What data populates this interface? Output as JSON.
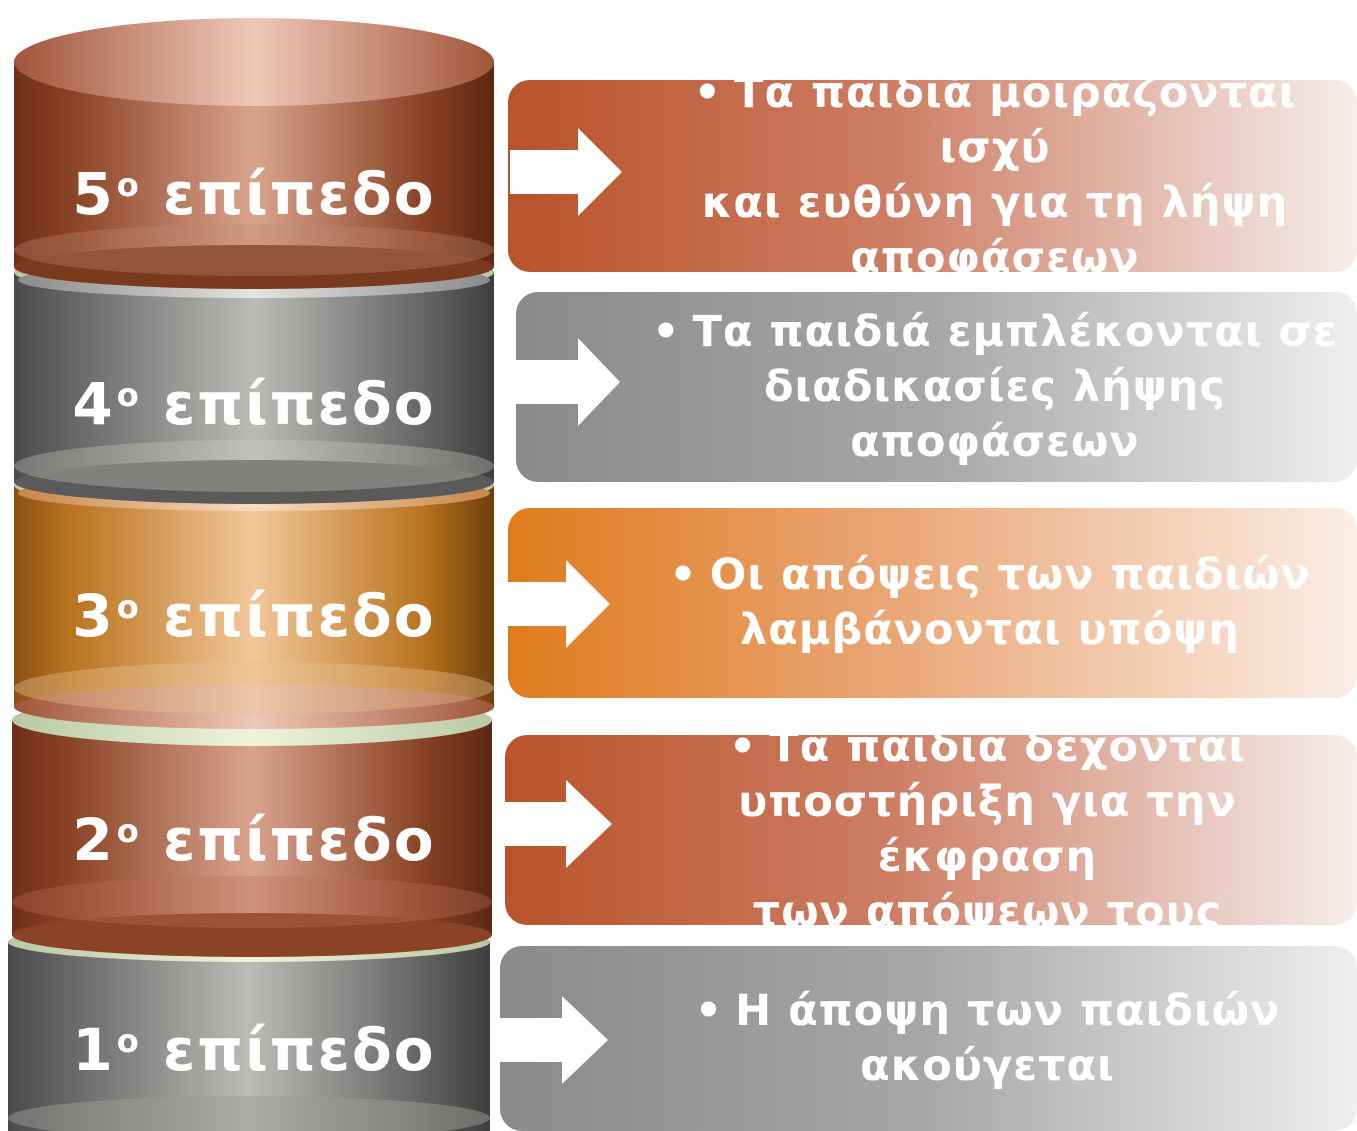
{
  "levels": [
    {
      "number": "5",
      "suffix": "ο",
      "word": "επίπεδο",
      "text": "Τα παιδιά μοιράζονται ισχύ και ευθύνη για τη λήψη αποφάσεων",
      "lines": [
        "Τα παιδιά μοιράζονται ισχύ",
        "και ευθύνη για τη λήψη",
        "αποφάσεων"
      ],
      "color": "#a0522d"
    },
    {
      "number": "4",
      "suffix": "ο",
      "word": "επίπεδο",
      "text": "Τα παιδιά εμπλέκονται σε διαδικασίες λήψης αποφάσεων",
      "lines": [
        "Τα παιδιά εμπλέκονται σε",
        "διαδικασίες λήψης",
        "αποφάσεων"
      ],
      "color": "#7a7a7a"
    },
    {
      "number": "3",
      "suffix": "ο",
      "word": "επίπεδο",
      "text": "Οι απόψεις των παιδιών λαμβάνονται υπόψη",
      "lines": [
        "Οι απόψεις των παιδιών",
        "λαμβάνονται υπόψη"
      ],
      "color": "#d9822b"
    },
    {
      "number": "2",
      "suffix": "ο",
      "word": "επίπεδο",
      "text": "Τα παιδιά δέχονται υποστήριξη για την έκφραση των απόψεων τους",
      "lines": [
        "Τα παιδιά δέχονται",
        "υποστήριξη για την έκφραση",
        "των απόψεων τους"
      ],
      "color": "#a0522d"
    },
    {
      "number": "1",
      "suffix": "ο",
      "word": "επίπεδο",
      "text": "Η άποψη των παιδιών ακούγεται",
      "lines": [
        "Η άποψη των παιδιών",
        "ακούγεται"
      ],
      "color": "#7a7a7a"
    }
  ]
}
